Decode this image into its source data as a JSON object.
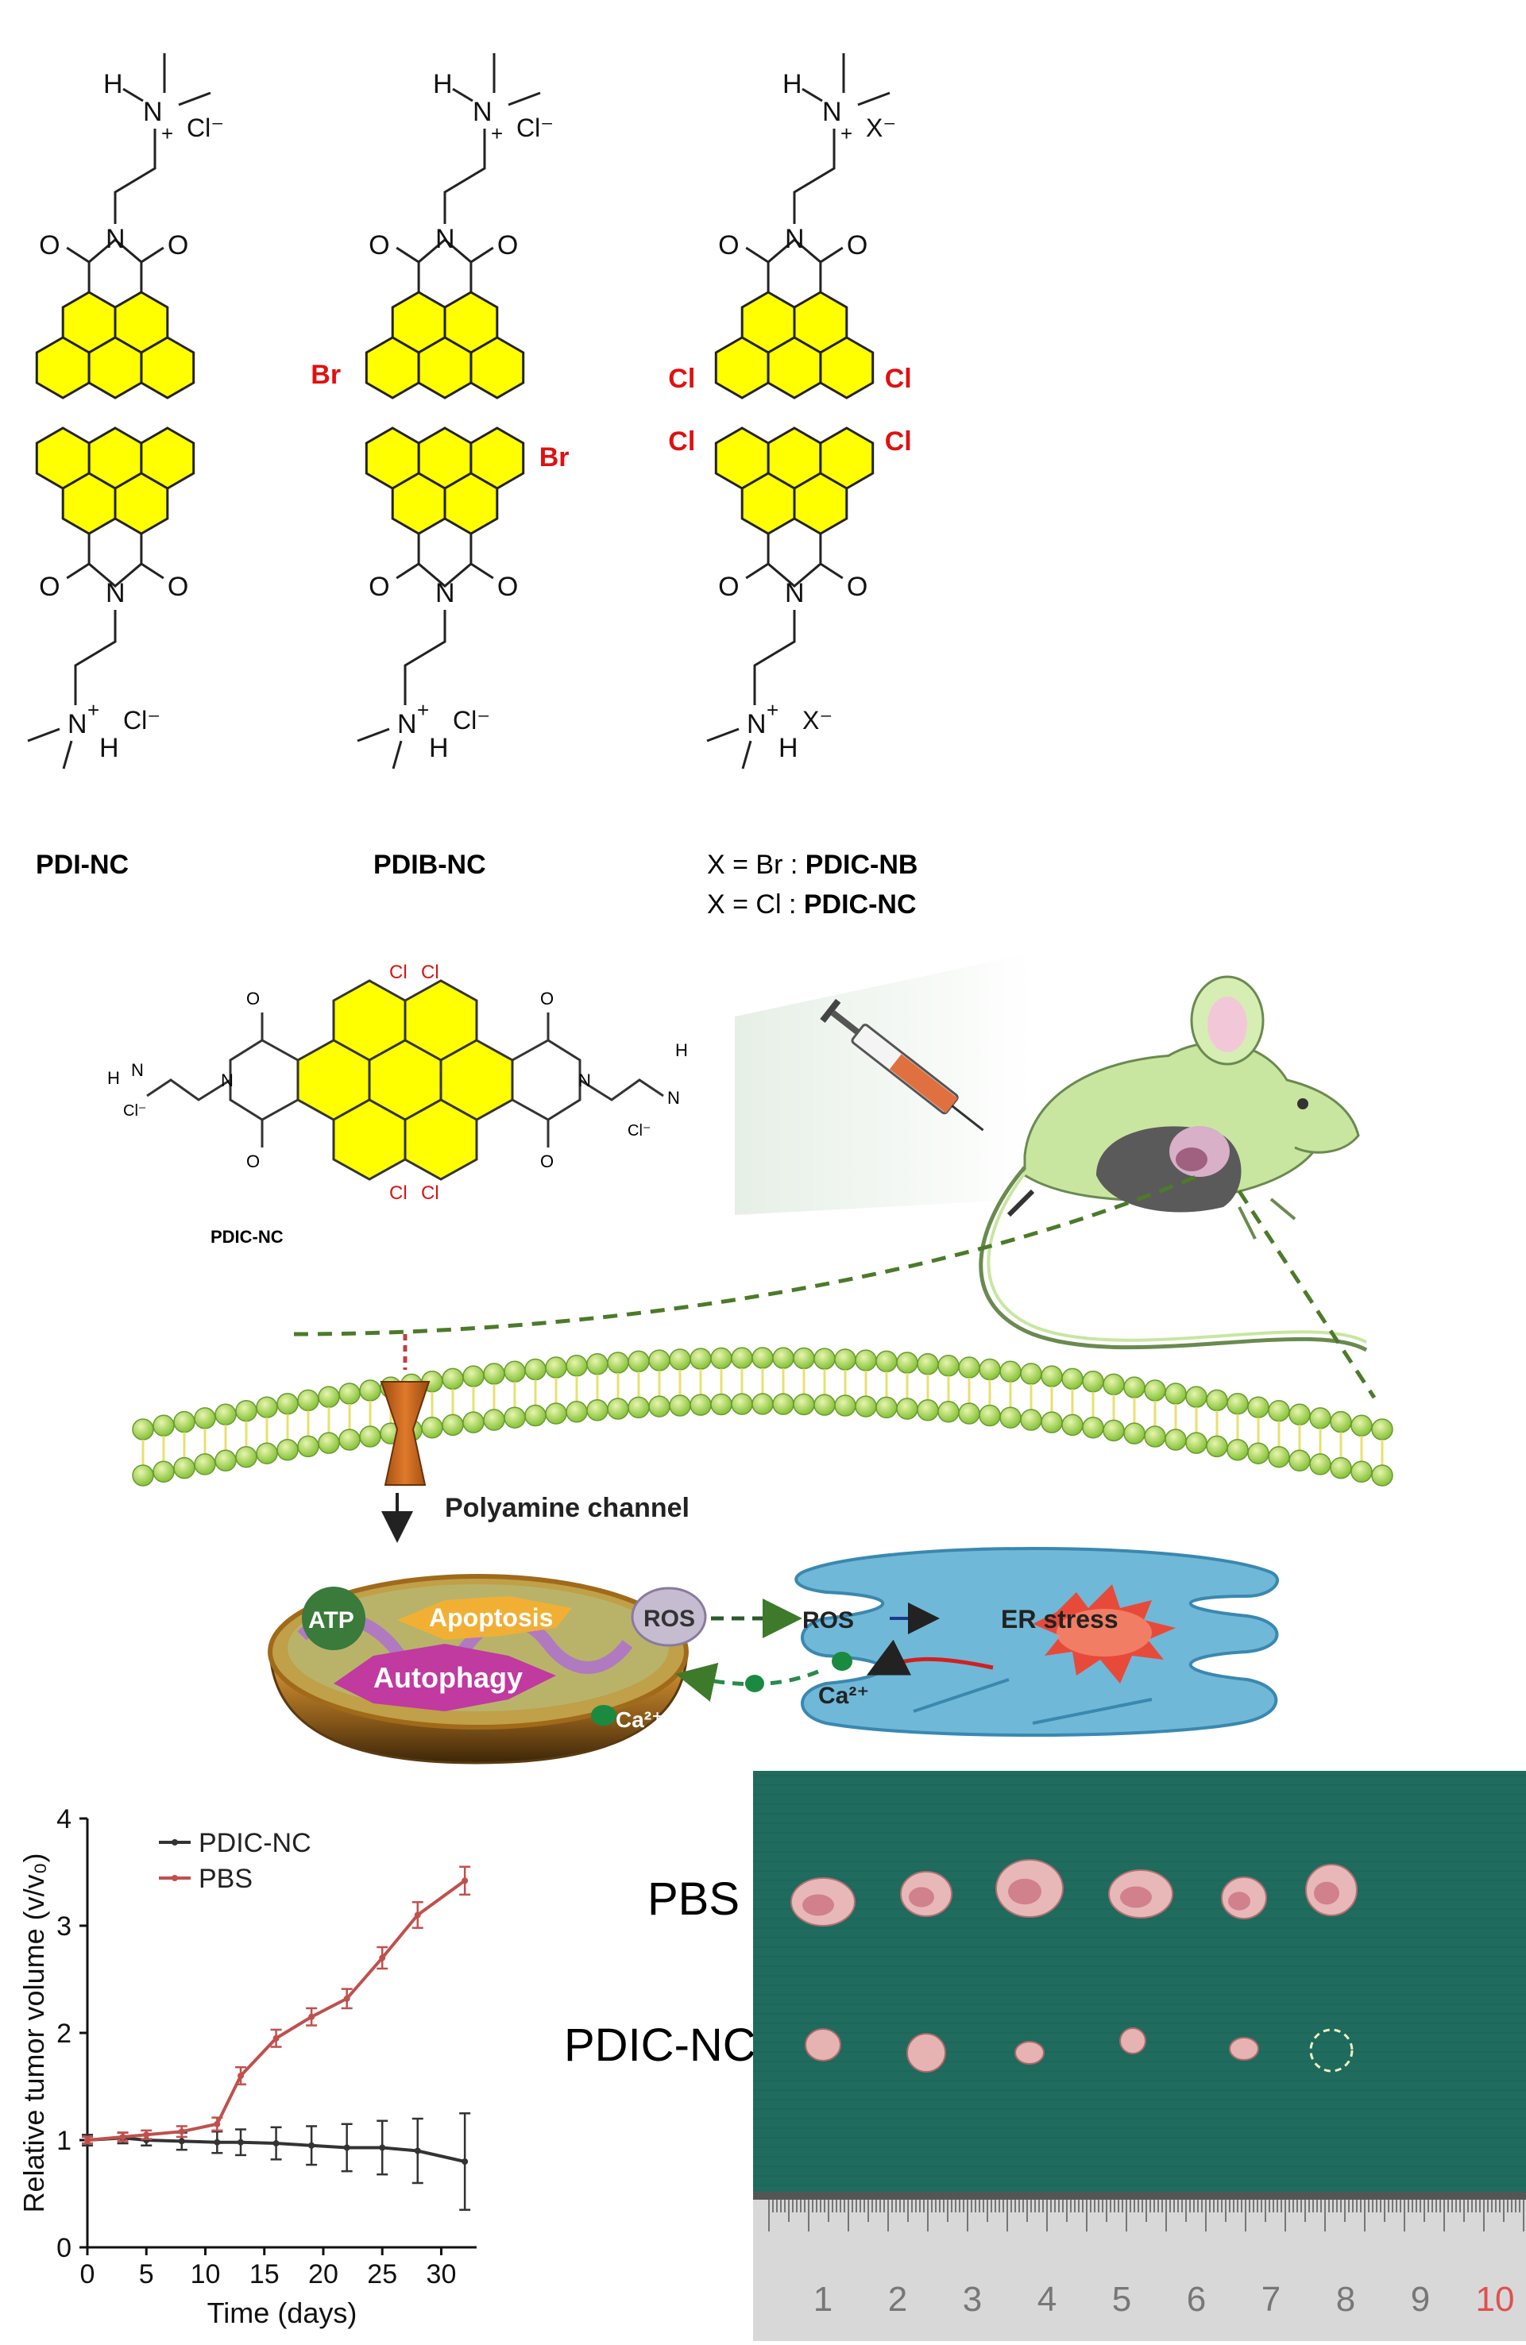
{
  "molecules": [
    {
      "name": "PDI-NC",
      "halogen": "",
      "counterion": "Cl⁻"
    },
    {
      "name": "PDIB-NC",
      "halogen": "Br",
      "counterion": "Cl⁻"
    },
    {
      "name": "PDIC-NB",
      "halogen": "Cl",
      "counterion": "X⁻"
    }
  ],
  "molecule_captions": {
    "m1": "PDI-NC",
    "m2": "PDIB-NC",
    "m3_line1_prefix": "X = Br : ",
    "m3_line1_name": "PDIC-NB",
    "m3_line2_prefix": "X = Cl : ",
    "m3_line2_name": "PDIC-NC"
  },
  "atom_labels": {
    "H": "H",
    "N": "N",
    "plus": "+",
    "O": "O",
    "Cl": "Cl",
    "Br": "Br",
    "X": "X",
    "cl_ion": "Cl⁻",
    "x_ion": "X⁻"
  },
  "scheme": {
    "compound_label": "PDIC-NC",
    "channel_label": "Polyamine channel",
    "atp": "ATP",
    "apoptosis": "Apoptosis",
    "autophagy": "Autophagy",
    "ros_mito": "ROS",
    "ros_er": "ROS",
    "er_stress": "ER stress",
    "ca_er": "Ca²⁺",
    "ca_mito": "Ca²⁺"
  },
  "chart_data": {
    "type": "line",
    "title": "",
    "xlabel": "Time (days)",
    "ylabel": "Relative tumor volume (v/v₀)",
    "xlim": [
      0,
      33
    ],
    "ylim": [
      0,
      4
    ],
    "xticks": [
      0,
      5,
      10,
      15,
      20,
      25,
      30
    ],
    "yticks": [
      0,
      1,
      2,
      3,
      4
    ],
    "legend_position": "top-left",
    "series": [
      {
        "name": "PDIC-NC",
        "color": "#333333",
        "x": [
          0,
          3,
          5,
          8,
          11,
          13,
          16,
          19,
          22,
          25,
          28,
          32
        ],
        "y": [
          1.0,
          1.02,
          1.0,
          0.99,
          0.98,
          0.98,
          0.97,
          0.95,
          0.93,
          0.93,
          0.9,
          0.8
        ],
        "err": [
          0.05,
          0.05,
          0.05,
          0.08,
          0.1,
          0.12,
          0.15,
          0.18,
          0.22,
          0.25,
          0.3,
          0.45
        ]
      },
      {
        "name": "PBS",
        "color": "#c0504d",
        "x": [
          0,
          3,
          5,
          8,
          11,
          13,
          16,
          19,
          22,
          25,
          28,
          32
        ],
        "y": [
          1.0,
          1.03,
          1.05,
          1.08,
          1.15,
          1.6,
          1.95,
          2.15,
          2.32,
          2.7,
          3.1,
          3.42
        ],
        "err": [
          0.03,
          0.04,
          0.04,
          0.05,
          0.06,
          0.08,
          0.08,
          0.08,
          0.09,
          0.1,
          0.12,
          0.13
        ]
      }
    ]
  },
  "photo": {
    "row_labels": [
      "PBS",
      "PDIC-NC"
    ],
    "ruler_numbers": [
      "1",
      "2",
      "3",
      "4",
      "5",
      "6",
      "7",
      "8",
      "9",
      "10"
    ],
    "ruler_highlight_color": "#e05050",
    "background_color": "#1f6b5e"
  }
}
